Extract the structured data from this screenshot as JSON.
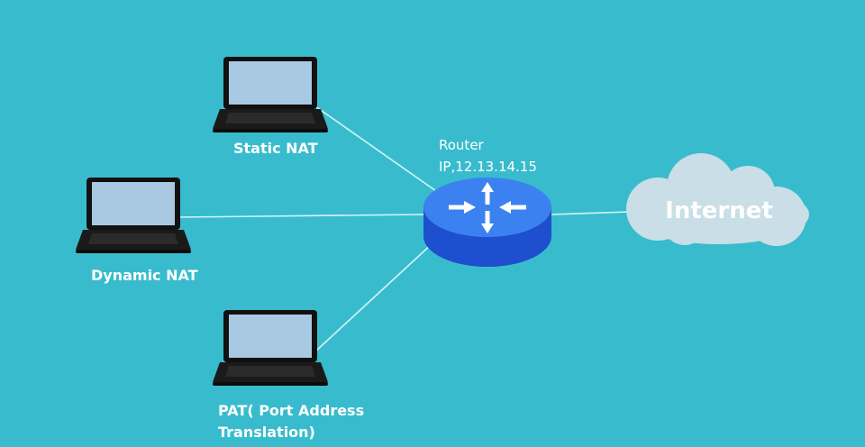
{
  "diagram": {
    "nodes": {
      "static_nat": {
        "label": "Static NAT"
      },
      "dynamic_nat": {
        "label": "Dynamic NAT"
      },
      "pat": {
        "label_line1": "PAT( Port Address",
        "label_line2": "Translation)"
      },
      "router": {
        "label_line1": "Router",
        "label_line2": "IP,12.13.14.15"
      },
      "internet": {
        "label": "Internet"
      }
    },
    "colors": {
      "background": "#38bccd",
      "connector": "#d6f3f7",
      "router_top": "#3b82f0",
      "router_side": "#1d4fcf",
      "cloud": "#c9dee6",
      "laptop_screen": "#a9c8e2",
      "laptop_body": "#111111"
    },
    "icons": [
      "laptop-icon",
      "router-icon",
      "cloud-icon",
      "arrow-icon"
    ]
  }
}
